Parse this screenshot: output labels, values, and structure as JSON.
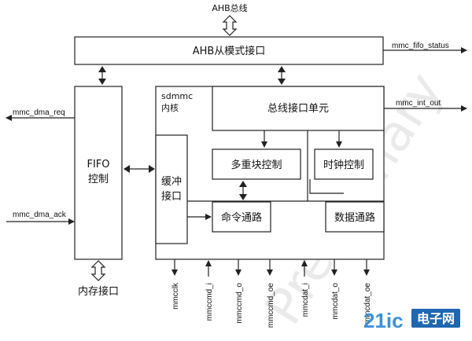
{
  "bus": {
    "top_label": "AHB总线",
    "slave_interface": "AHB从模式接口",
    "mmc_fifo_status": "mmc_fifo_status"
  },
  "left": {
    "dma_req": "mmc_dma_req",
    "dma_ack": "mmc_dma_ack",
    "fifo_line1": "FIFO",
    "fifo_line2": "控制",
    "memory_interface": "内存接口"
  },
  "core": {
    "name_line1": "sdmmc",
    "name_line2": "内核",
    "bus_interface_unit": "总线接口单元",
    "mmc_int_out": "mmc_int_out",
    "multi_block_control": "多重块控制",
    "clock_control": "时钟控制",
    "buffer_line1": "缓冲",
    "buffer_line2": "接口",
    "command_path": "命令通路",
    "data_path": "数据通路"
  },
  "bottom_signals": [
    "mmcclk",
    "mmccmd_i",
    "mmccmd_o",
    "mmccmd_oe",
    "mmcdat_i",
    "mmcdat_o",
    "mmcdat_oe"
  ],
  "watermark": {
    "text": "Preliminary",
    "logo_small": "电子网",
    "logo_big": "21ic"
  }
}
